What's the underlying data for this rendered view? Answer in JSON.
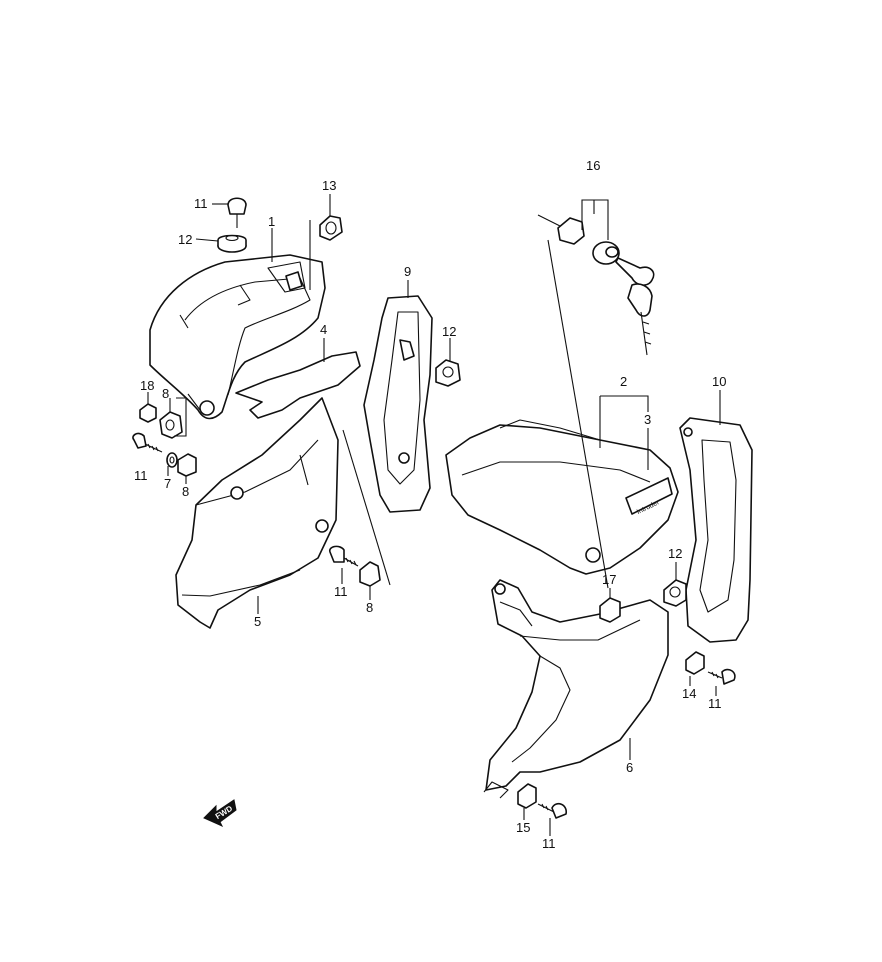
{
  "callouts": {
    "c1": "1",
    "c2": "2",
    "c3": "3",
    "c4": "4",
    "c5": "5",
    "c6": "6",
    "c7": "7",
    "c8a": "8",
    "c8b": "8",
    "c8c": "8",
    "c9": "9",
    "c10": "10",
    "c11a": "11",
    "c11b": "11",
    "c11c": "11",
    "c11d": "11",
    "c11e": "11",
    "c12a": "12",
    "c12b": "12",
    "c12c": "12",
    "c13": "13",
    "c14": "14",
    "c15": "15",
    "c16": "16",
    "c17": "17",
    "c18": "18"
  },
  "fwd_label": "FWD",
  "badge_label": "Intruder"
}
